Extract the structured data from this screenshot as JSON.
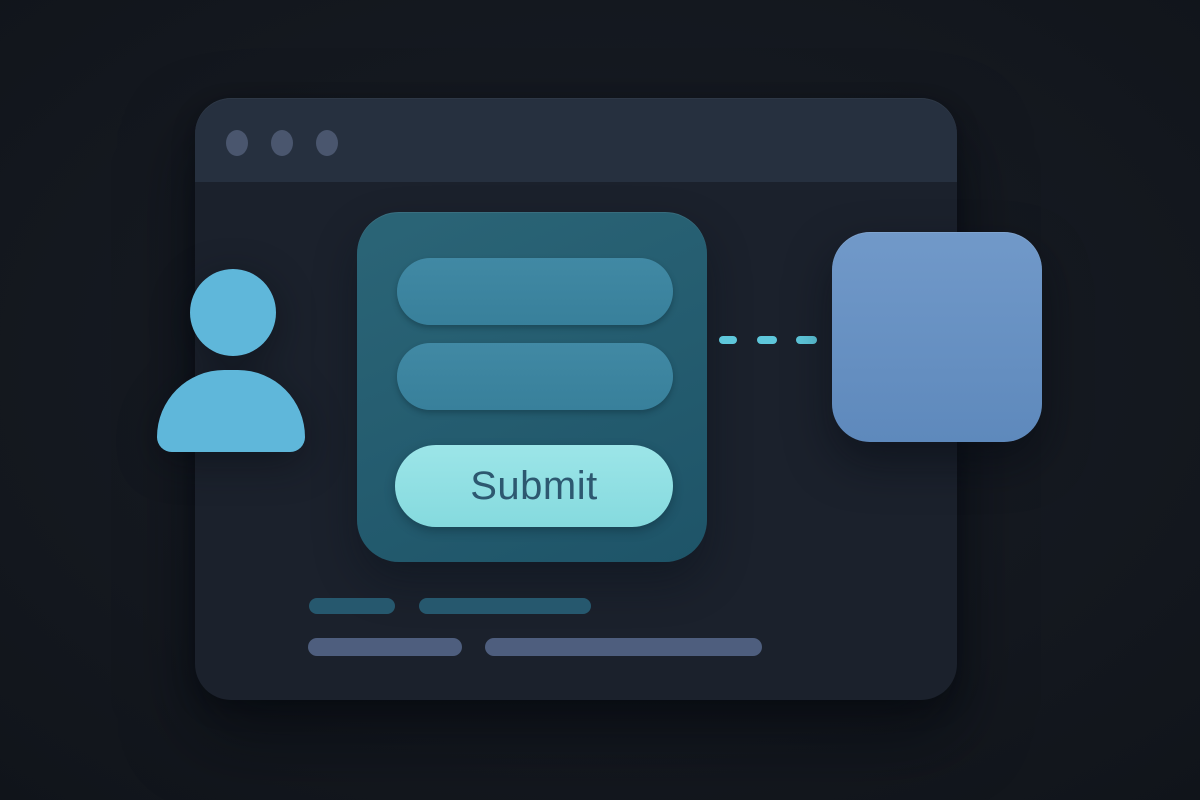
{
  "window": {
    "type": "browser-window-mockup",
    "controls": {
      "count": 3,
      "name": "window-control-dot"
    }
  },
  "form": {
    "fields": [
      {
        "name": "field-1",
        "value": ""
      },
      {
        "name": "field-2",
        "value": ""
      }
    ],
    "submit_label": "Submit"
  },
  "connector": {
    "dash_count": 3
  },
  "icons": {
    "left": "user-icon",
    "right": "square-card"
  },
  "placeholders": {
    "row1_count": 2,
    "row2_count": 2
  },
  "colors": {
    "page-bg": "#14181f",
    "page-bg-center": "#181d26",
    "page-bg-edge": "#10141a",
    "window-bg": "#1b212c",
    "titlebar-bg": "#26303f",
    "dot": "#4a566e",
    "card-top": "#2b6577",
    "card-bottom": "#1e5468",
    "field-top": "#4189a4",
    "field-bottom": "#38809b",
    "submit-top": "#9ce5e8",
    "submit-bottom": "#85dade",
    "submit-text": "#2d5870",
    "user-icon": "#5fb7da",
    "dash": "#5ec7db",
    "square-top": "#7199c9",
    "square-bottom": "#5e89bc",
    "placeholder-teal": "#26586e",
    "placeholder-slate": "#4e5e7e"
  }
}
